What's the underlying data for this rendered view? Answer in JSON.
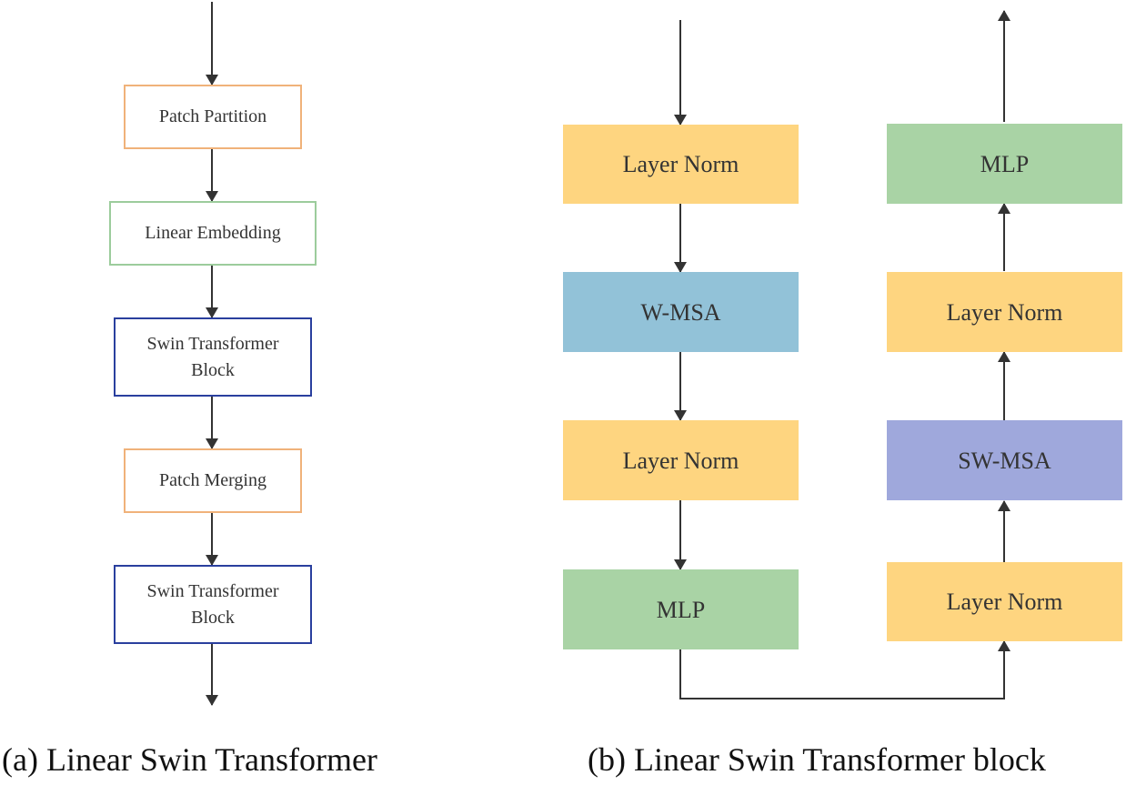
{
  "panel_a": {
    "caption": "(a) Linear Swin Transformer",
    "nodes": {
      "patch_partition": "Patch Partition",
      "linear_embedding": "Linear Embedding",
      "swin_block_1_line1": "Swin Transformer",
      "swin_block_1_line2": "Block",
      "patch_merging": "Patch Merging",
      "swin_block_2_line1": "Swin Transformer",
      "swin_block_2_line2": "Block"
    }
  },
  "panel_b": {
    "caption": "(b) Linear Swin Transformer block",
    "left_column": {
      "layer_norm_1": "Layer Norm",
      "w_msa": "W-MSA",
      "layer_norm_2": "Layer Norm",
      "mlp": "MLP"
    },
    "right_column": {
      "layer_norm_3": "Layer Norm",
      "sw_msa": "SW-MSA",
      "layer_norm_4": "Layer Norm",
      "mlp": "MLP"
    }
  },
  "colors": {
    "orange_border": "#f0b27a",
    "green_border": "#9ccc9c",
    "blue_border": "#2a3f9e",
    "layer_norm_fill": "#fed580",
    "w_msa_fill": "#92c2d8",
    "sw_msa_fill": "#9fa8dc",
    "mlp_fill": "#a9d3a5",
    "arrow": "#333333"
  }
}
